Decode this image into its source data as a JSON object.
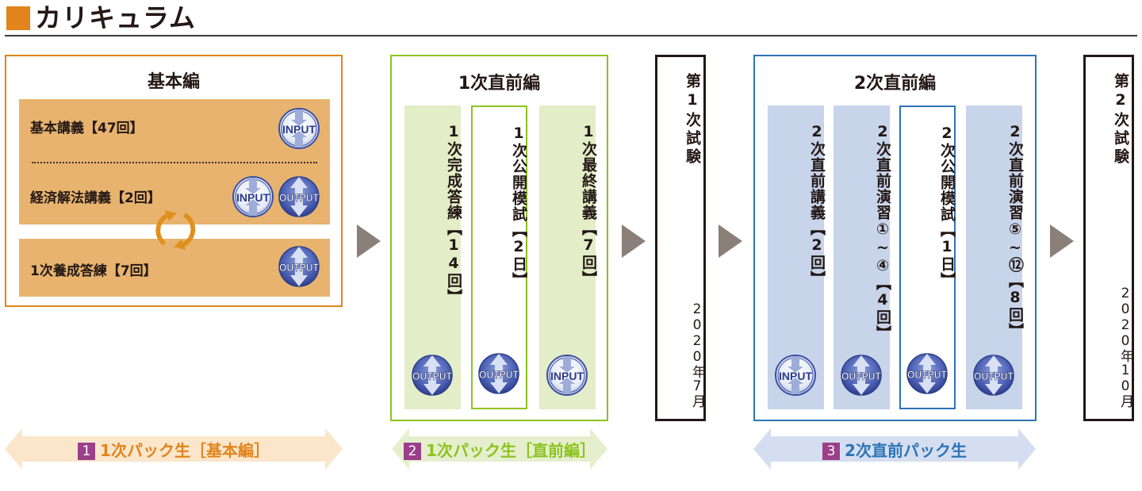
{
  "header": {
    "title": "カリキュラム",
    "accent_color": "#e0841b"
  },
  "basic": {
    "title": "基本編",
    "border_color": "#e0841b",
    "rows": [
      {
        "label": "基本講義【47回】",
        "badges": [
          "INPUT"
        ]
      },
      {
        "label": "経済解法講義【2回】",
        "badges": [
          "INPUT",
          "OUTPUT"
        ]
      },
      {
        "label": "1次養成答練【7回】",
        "badges": [
          "OUTPUT"
        ]
      }
    ],
    "cycle_icon": "refresh-cycle-icon"
  },
  "first_pre": {
    "title": "1次直前編",
    "border_color": "#8dc21f",
    "columns": [
      {
        "text": "1次完成答練【14回】",
        "badge": "OUTPUT",
        "highlight": false
      },
      {
        "text": "1次公開模試【2日】",
        "badge": "OUTPUT",
        "highlight": true
      },
      {
        "text": "1次最終講義【7回】",
        "badge": "INPUT",
        "highlight": false
      }
    ]
  },
  "exam1": {
    "title": "第1次試験",
    "date": "2020年7月"
  },
  "second_pre": {
    "title": "2次直前編",
    "border_color": "#2d74b7",
    "columns": [
      {
        "text": "2次直前講義【2回】",
        "badge": "INPUT",
        "highlight": false
      },
      {
        "text": "2次直前演習①~④【4回】",
        "badge": "OUTPUT",
        "highlight": false
      },
      {
        "text": "2次公開模試【1日】",
        "badge": "OUTPUT",
        "highlight": true
      },
      {
        "text": "2次直前演習⑤~⑫【8回】",
        "badge": "OUTPUT",
        "highlight": false
      }
    ]
  },
  "exam2": {
    "title": "第2次試験",
    "date": "2020年10月"
  },
  "packs": [
    {
      "num": "1",
      "label": "1次パック生［基本編］",
      "text_color": "#e0841b",
      "fill": "#fbe6cc"
    },
    {
      "num": "2",
      "label": "1次パック生［直前編］",
      "text_color": "#8dc21f",
      "fill": "#e5efcd"
    },
    {
      "num": "3",
      "label": "2次直前パック生",
      "text_color": "#2d74b7",
      "fill": "#d5def0"
    }
  ],
  "badge_labels": {
    "input": "INPUT",
    "output": "OUTPUT"
  },
  "flow_arrow_color": "#8a7f79"
}
